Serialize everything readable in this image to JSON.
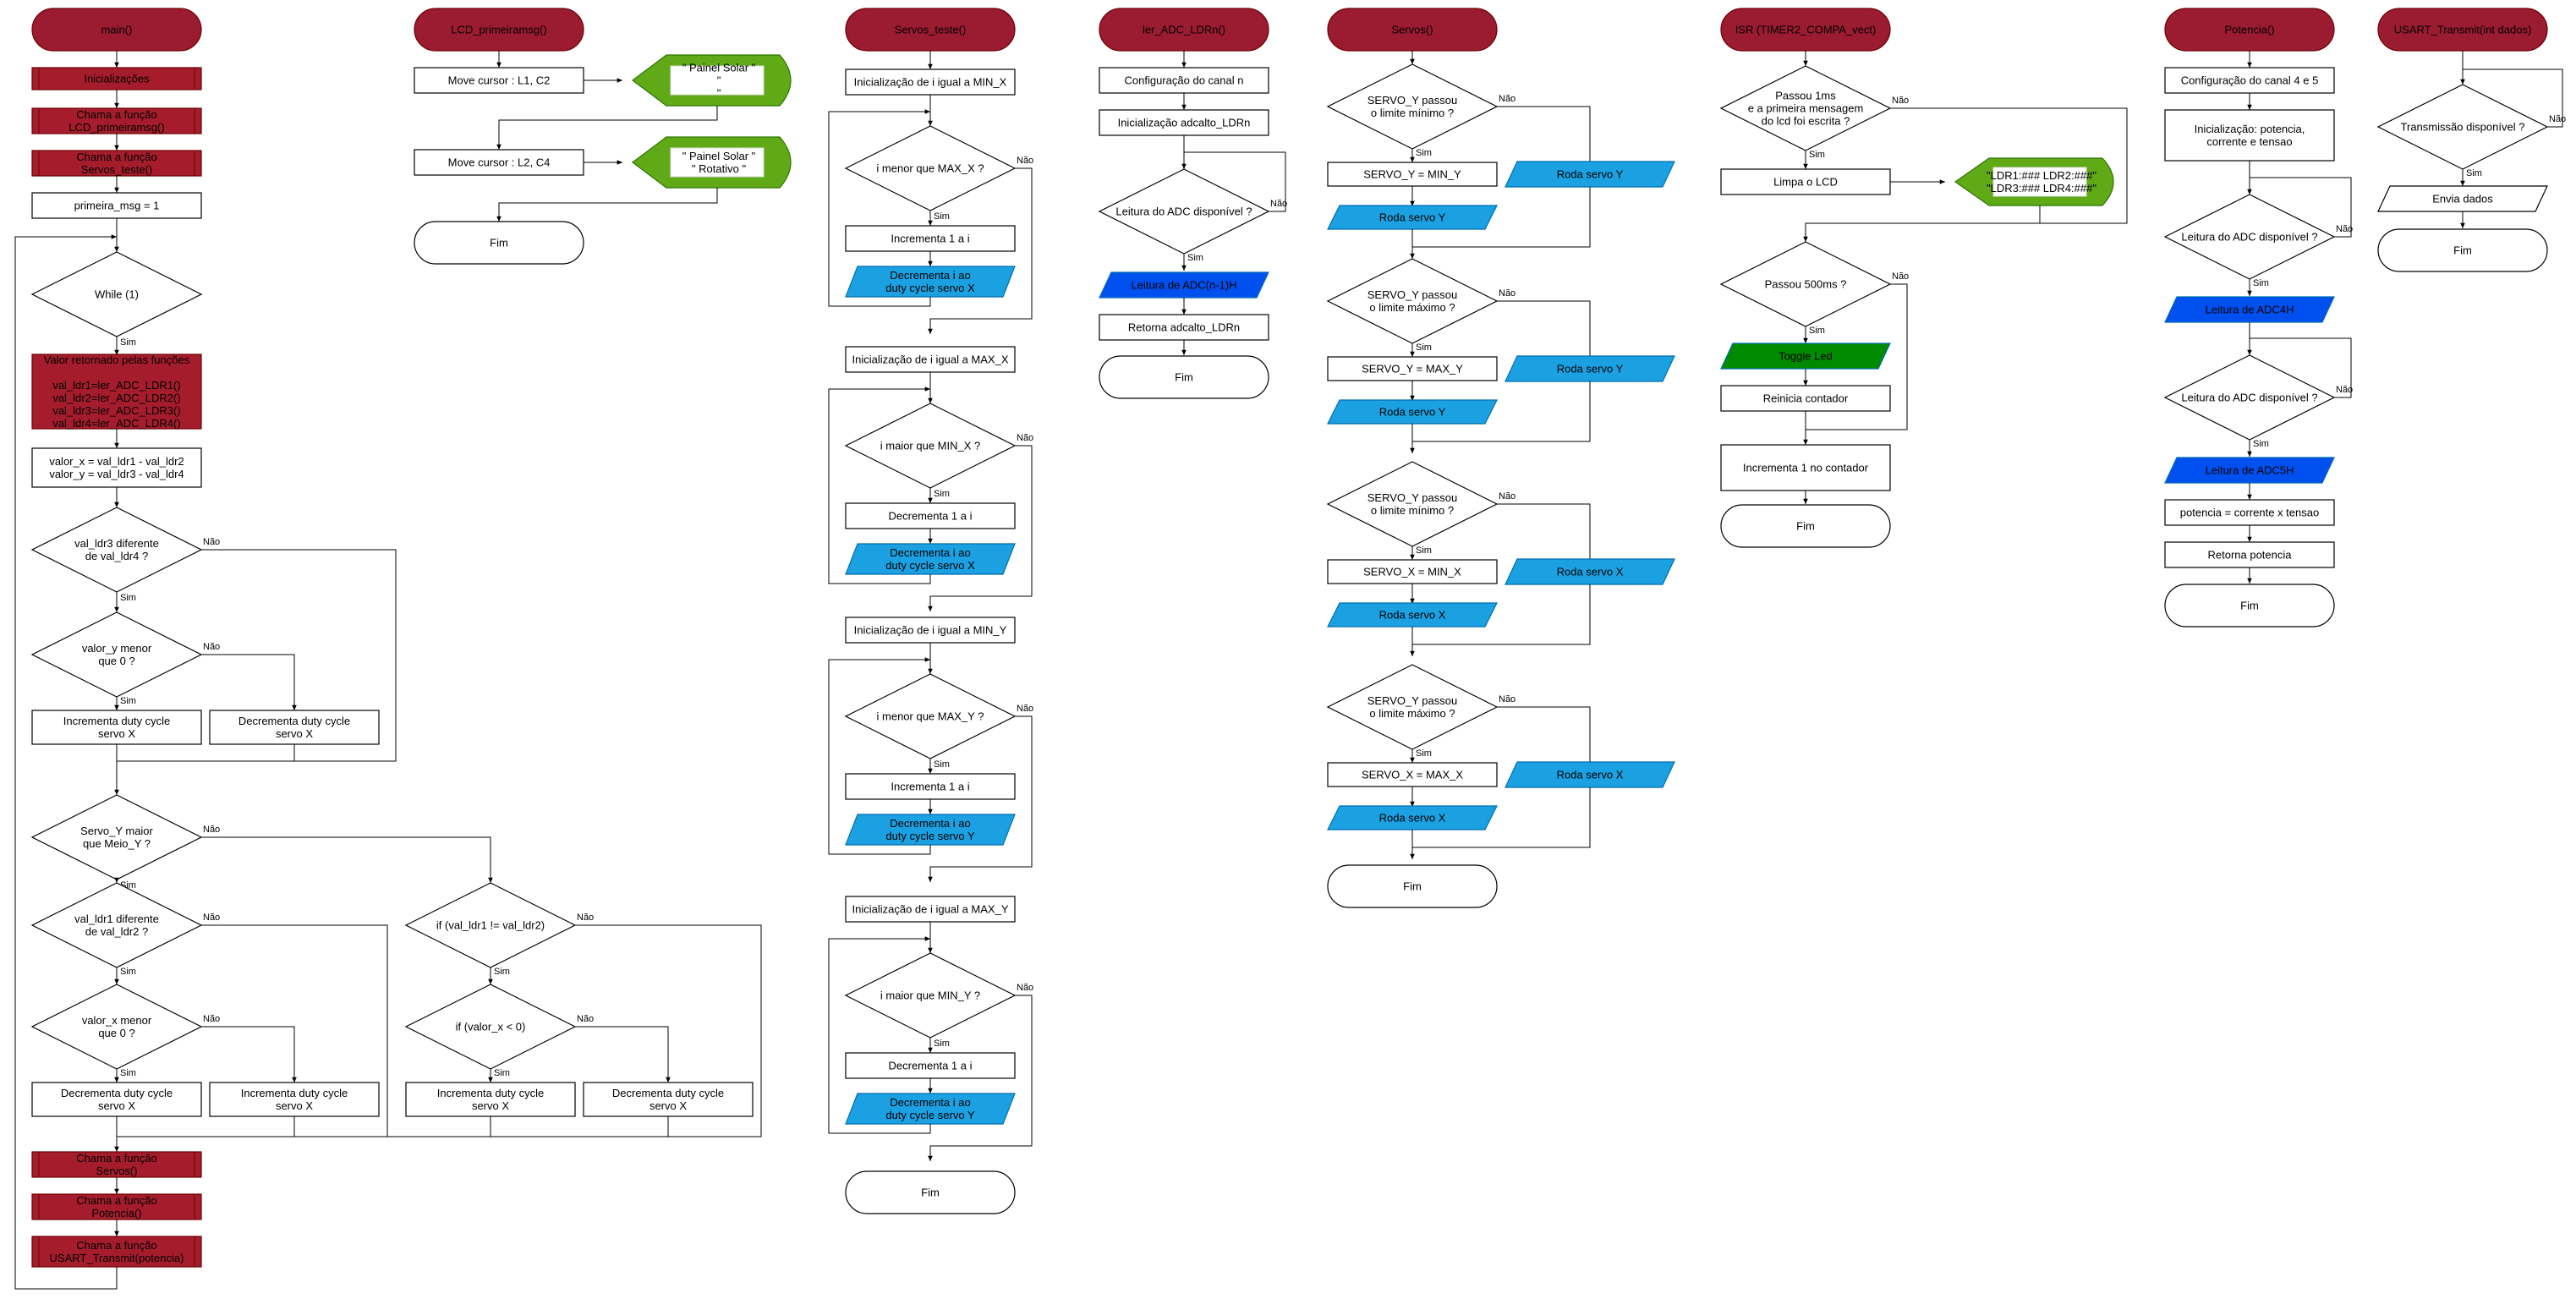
{
  "colors": {
    "terminal_red": "#9b1b30",
    "process_red": "#a51d2d",
    "io_blue": "#1ba1e2",
    "io_dark_blue": "#0050ef",
    "display_green": "#60a917",
    "toggle_green": "#008a00",
    "line": "#000000"
  },
  "main": {
    "title": "main()",
    "init": "Inicializações",
    "call_lcd": [
      "Chama a função",
      "LCD_primeiramsg()"
    ],
    "call_servos_teste": [
      "Chama a função",
      "Servos_teste()"
    ],
    "primeira_msg": "primeira_msg = 1",
    "while": "While (1)",
    "valor_retornado": [
      "Valor retornado pelas funções",
      "",
      "val_ldr1=ler_ADC_LDR1()",
      "val_ldr2=ler_ADC_LDR2()",
      "val_ldr3=ler_ADC_LDR3()",
      "val_ldr4=ler_ADC_LDR4()"
    ],
    "valor_xy": [
      "valor_x = val_ldr1 - val_ldr2",
      "valor_y = val_ldr3 - val_ldr4"
    ],
    "ldr3_diff": [
      "val_ldr3 diferente",
      "de val_ldr4 ?"
    ],
    "valor_y_menor": [
      "valor_y menor",
      "que 0 ?"
    ],
    "inc_duty_x": [
      "Incrementa duty cycle",
      "servo X"
    ],
    "dec_duty_x": [
      "Decrementa duty cycle",
      "servo X"
    ],
    "servo_y_maior": [
      "Servo_Y maior",
      "que Meio_Y ?"
    ],
    "ldr1_diff": [
      "val_ldr1 diferente",
      "de val_ldr2 ?"
    ],
    "valor_x_menor": [
      "valor_x menor",
      "que 0 ?"
    ],
    "if_ldr": "if (val_ldr1 != val_ldr2)",
    "if_valor_x": "if (valor_x < 0)",
    "call_servos": [
      "Chama a função",
      "Servos()"
    ],
    "call_potencia": [
      "Chama a função",
      "Potencia()"
    ],
    "call_usart": [
      "Chama a função",
      "USART_Transmit(potencia)"
    ]
  },
  "lcd": {
    "title": "LCD_primeiramsg()",
    "move1": "Move cursor : L1, C2",
    "move2": "Move cursor : L2, C4",
    "disp1": [
      "\" Painel Solar \"",
      "\"",
      "\""
    ],
    "disp2": [
      "\" Painel Solar \"",
      "\" Rotativo \""
    ],
    "fim": "Fim"
  },
  "servos_teste": {
    "title": "Servos_teste()",
    "init_min_x": "Inicialização de i igual a MIN_X",
    "i_menor_max_x": "i menor que MAX_X ?",
    "inc": "Incrementa 1 a i",
    "dec_duty_x": [
      "Decrementa i ao",
      "duty cycle servo X"
    ],
    "init_max_x": "Inicialização de i igual a MAX_X",
    "i_maior_min_x": "i maior que MIN_X ?",
    "dec": "Decrementa 1 a i",
    "init_min_y": "Inicialização de i igual a MIN_Y",
    "i_menor_max_y": "i menor que MAX_Y ?",
    "dec_duty_y": [
      "Decrementa i ao",
      "duty cycle servo Y"
    ],
    "init_max_y": "Inicialização de i igual a MAX_Y",
    "i_maior_min_y": "i maior que MIN_Y ?",
    "fim": "Fim"
  },
  "ler_adc": {
    "title": "ler_ADC_LDRn()",
    "config": "Configuração do canal n",
    "init": "Inicialização adcalto_LDRn",
    "leitura": "Leitura do ADC disponível ?",
    "leitura_adc": "Leitura de ADC(n-1)H",
    "retorna": "Retorna adcalto_LDRn",
    "fim": "Fim"
  },
  "servos": {
    "title": "Servos()",
    "y_min": [
      "SERVO_Y passou",
      "o limite mínimo ?"
    ],
    "set_y_min": "SERVO_Y = MIN_Y",
    "roda_y": "Roda servo Y",
    "y_max": [
      "SERVO_Y passou",
      "o limite máximo ?"
    ],
    "set_y_max": "SERVO_Y = MAX_Y",
    "x_min": [
      "SERVO_Y passou",
      "o limite mínimo ?"
    ],
    "set_x_min": "SERVO_X = MIN_X",
    "roda_x": "Roda servo X",
    "x_max": [
      "SERVO_Y passou",
      "o limite máximo ?"
    ],
    "set_x_max": "SERVO_X = MAX_X",
    "fim": "Fim"
  },
  "isr": {
    "title": "ISR (TIMER2_COMPA_vect)",
    "passou_1ms": [
      "Passou 1ms",
      "e a primeira mensagem",
      "do lcd foi escrita ?"
    ],
    "limpa": "Limpa o LCD",
    "disp": [
      "\"LDR1:### LDR2:###\"",
      "\"LDR3:### LDR4:###\""
    ],
    "passou_500": "Passou 500ms ?",
    "toggle": "Toggle Led",
    "reinicia": "Reinicia contador",
    "incrementa": "Incrementa 1 no contador",
    "fim": "Fim"
  },
  "potencia": {
    "title": "Potencia()",
    "config": "Configuração do canal 4 e 5",
    "init": [
      "Inicialização: potencia,",
      "corrente e tensao"
    ],
    "leitura": "Leitura do ADC disponível ?",
    "leitura_adc4": "Leitura de ADC4H",
    "leitura_adc5": "Leitura de ADC5H",
    "calc": "potencia = corrente x tensao",
    "retorna": "Retorna potencia",
    "fim": "Fim"
  },
  "usart": {
    "title": "USART_Transmit(int dados)",
    "transmissao": "Transmissão disponível ?",
    "envia": "Envia dados",
    "fim": "Fim"
  },
  "labels": {
    "sim": "Sim",
    "nao": "Não"
  }
}
